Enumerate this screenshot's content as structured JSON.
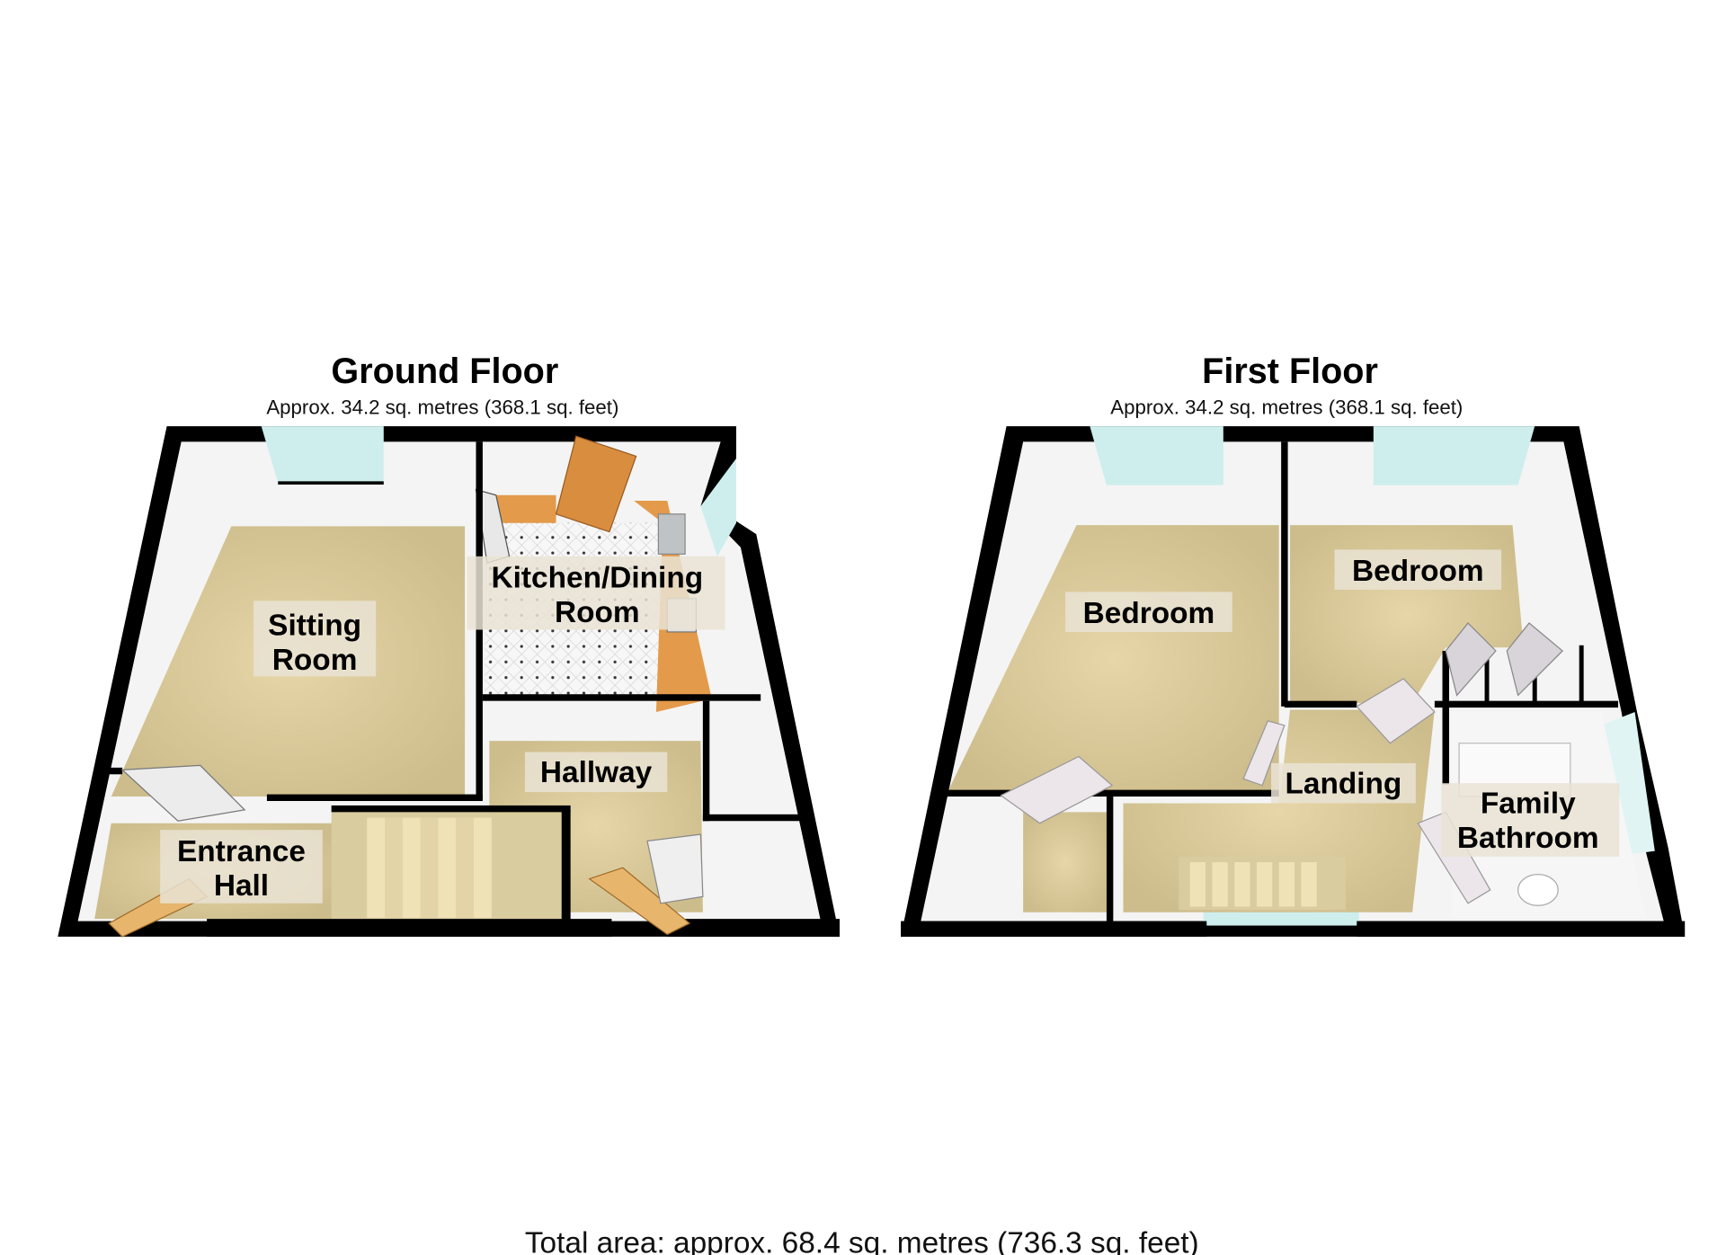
{
  "ground_floor": {
    "title": "Ground Floor",
    "area": "Approx. 34.2 sq. metres (368.1 sq. feet)",
    "rooms": {
      "sitting_room": [
        "Sitting",
        "Room"
      ],
      "kitchen": [
        "Kitchen/Dining",
        "Room"
      ],
      "hallway": [
        "Hallway"
      ],
      "entrance_hall": [
        "Entrance",
        "Hall"
      ]
    }
  },
  "first_floor": {
    "title": "First Floor",
    "area": "Approx. 34.2 sq. metres (368.1 sq. feet)",
    "rooms": {
      "bedroom_left": [
        "Bedroom"
      ],
      "bedroom_right": [
        "Bedroom"
      ],
      "landing": [
        "Landing"
      ],
      "bathroom": [
        "Family",
        "Bathroom"
      ]
    }
  },
  "total_area": "Total area: approx. 68.4 sq. metres (736.3 sq. feet)",
  "colors": {
    "wall": "#000000",
    "inner_wall": "#f4f4f4",
    "carpet": "#d8c89a",
    "counter": "#e39a4a",
    "glass": "#cdeeed",
    "tile": "#f7f7f7"
  }
}
